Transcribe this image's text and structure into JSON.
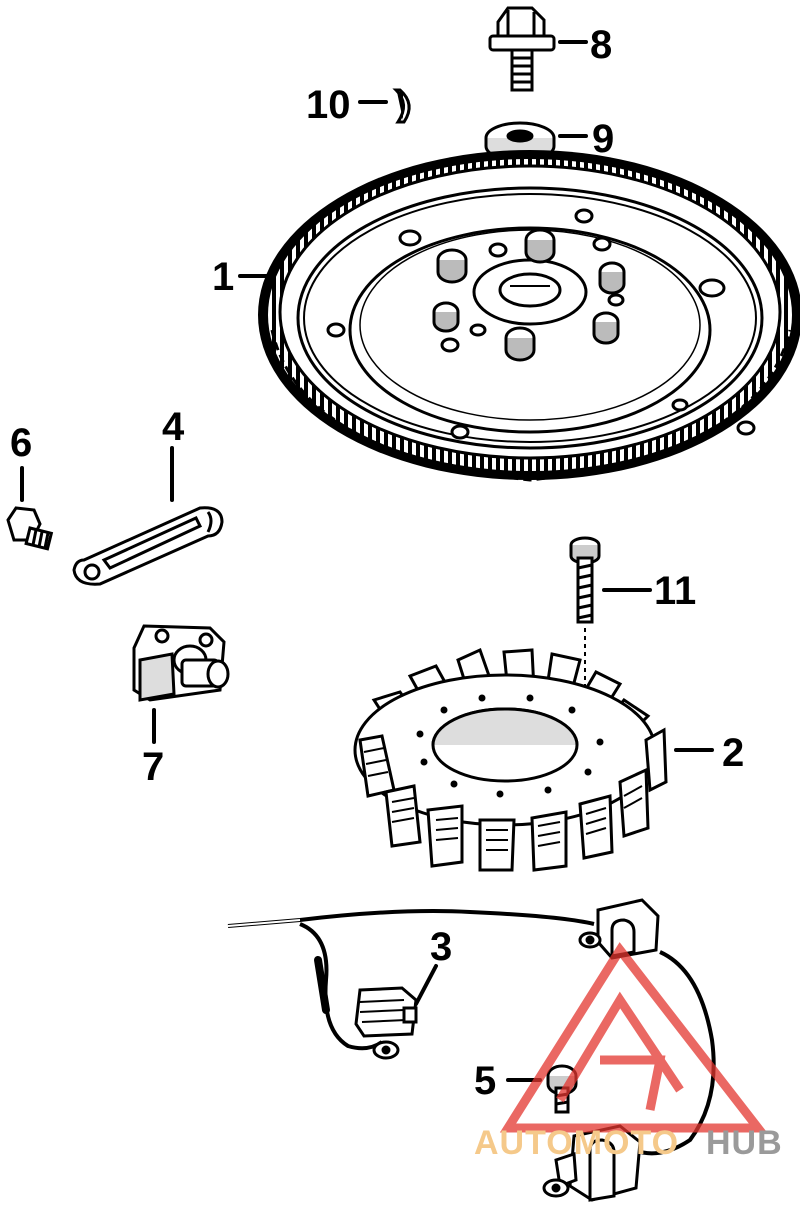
{
  "callouts": {
    "c1": "1",
    "c2": "2",
    "c3": "3",
    "c4": "4",
    "c5": "5",
    "c6": "6",
    "c7": "7",
    "c8": "8",
    "c9": "9",
    "c10": "10",
    "c11": "11"
  },
  "watermark": {
    "part_a": "AUTOMOTO",
    "part_b": "HUB",
    "color_a": "#f5c98a",
    "color_b": "#9a9a9a",
    "logo_color": "#e3362f"
  }
}
